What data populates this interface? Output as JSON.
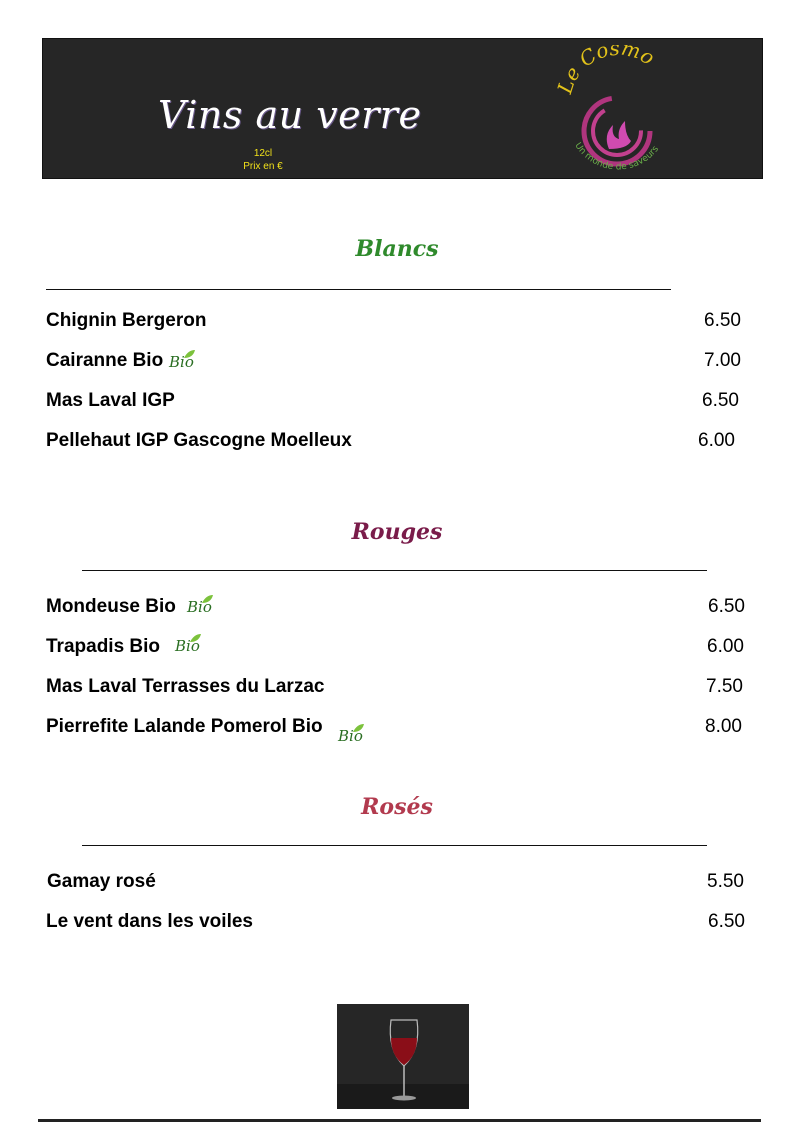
{
  "header": {
    "title": "Vins au verre",
    "volume": "12cl",
    "price_note": "Prix en €",
    "logo_text": "Le Cosmo",
    "logo_tagline": "Un monde de saveurs"
  },
  "sections": [
    {
      "title": "Blancs",
      "color": "#2f8a2c",
      "items": [
        {
          "name": "Chignin Bergeron",
          "price": "6.50",
          "bio": false
        },
        {
          "name": "Cairanne Bio",
          "price": "7.00",
          "bio": true
        },
        {
          "name": "Mas Laval IGP",
          "price": "6.50",
          "bio": false
        },
        {
          "name": "Pellehaut IGP Gascogne Moelleux",
          "price": "6.00",
          "bio": false
        }
      ]
    },
    {
      "title": "Rouges",
      "color": "#7a1c4a",
      "items": [
        {
          "name": "Mondeuse Bio",
          "price": "6.50",
          "bio": true
        },
        {
          "name": "Trapadis Bio",
          "price": "6.00",
          "bio": true
        },
        {
          "name": "Mas Laval Terrasses du Larzac",
          "price": "7.50",
          "bio": false
        },
        {
          "name": "Pierrefite Lalande Pomerol Bio",
          "price": "8.00",
          "bio": true
        }
      ]
    },
    {
      "title": "Rosés",
      "color": "#b23a4e",
      "items": [
        {
          "name": "Gamay rosé",
          "price": "5.50",
          "bio": false
        },
        {
          "name": "Le vent dans les voiles",
          "price": "6.50",
          "bio": false
        }
      ]
    }
  ],
  "bio_label": "Bio"
}
